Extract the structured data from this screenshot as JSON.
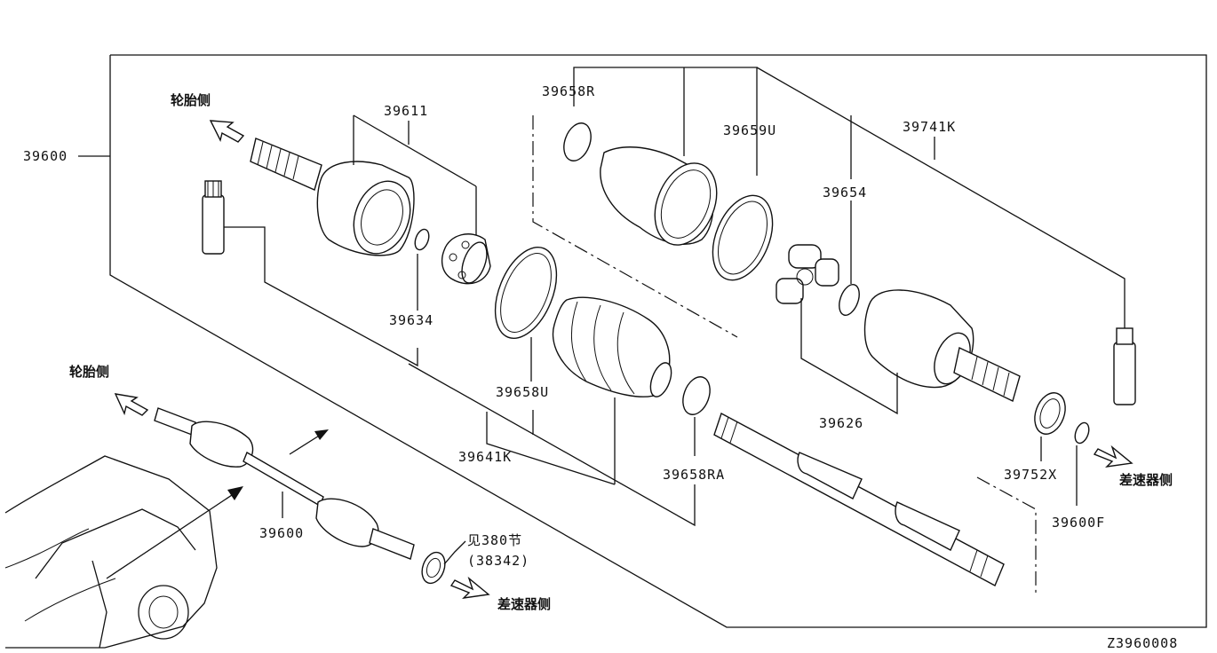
{
  "diagram_id": "Z3960008",
  "side_labels": {
    "tire_side": "轮胎侧",
    "diff_side": "差速器侧"
  },
  "parts": {
    "p39600": "39600",
    "p39611": "39611",
    "p39658R": "39658R",
    "p39659U": "39659U",
    "p39741K": "39741K",
    "p39654": "39654",
    "p39634": "39634",
    "p39658U": "39658U",
    "p39641K": "39641K",
    "p39658RA": "39658RA",
    "p39626": "39626",
    "p39752X": "39752X",
    "p39600F": "39600F",
    "p39600_small": "39600"
  },
  "reference": {
    "see_section": "见380节",
    "sub_part": "(38342)"
  }
}
